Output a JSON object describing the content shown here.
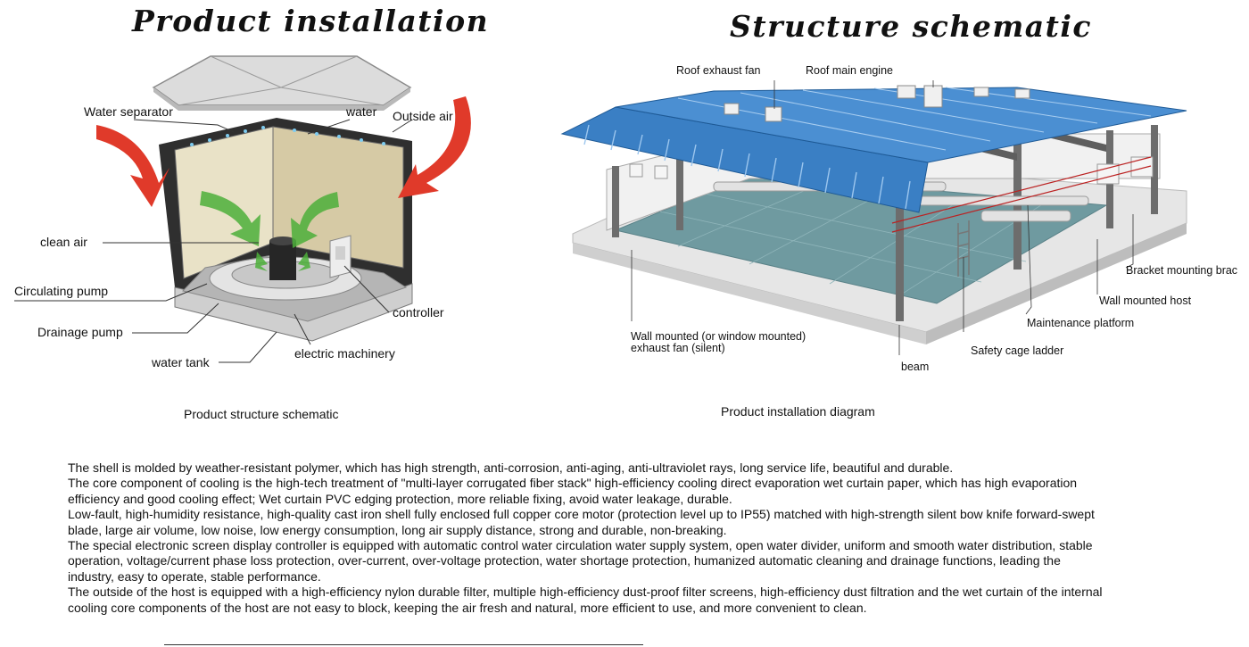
{
  "left_panel": {
    "title": "Product installation",
    "labels": {
      "water_separator": "Water separator",
      "water": "water",
      "outside_air": "Outside air",
      "clean_air": "clean air",
      "circulating_pump": "Circulating pump",
      "drainage_pump": "Drainage pump",
      "water_tank": "water tank",
      "controller": "controller",
      "electric_machinery": "electric machinery"
    },
    "caption": "Product structure schematic"
  },
  "right_panel": {
    "title": "Structure schematic",
    "labels": {
      "roof_exhaust_fan": "Roof exhaust fan",
      "roof_main_engine": "Roof main engine",
      "bracket_mounting": "Bracket mounting brac",
      "wall_mounted_host": "Wall mounted host",
      "maintenance_platform": "Maintenance platform",
      "wall_mounted_fan_line1": "Wall mounted (or window mounted)",
      "wall_mounted_fan_line2": "exhaust fan (silent)",
      "safety_cage_ladder": "Safety cage ladder",
      "beam": "beam"
    },
    "caption": "Product installation diagram"
  },
  "description": [
    "The shell is molded by weather-resistant polymer, which has high strength, anti-corrosion, anti-aging, anti-ultraviolet rays, long service life, beautiful and durable.",
    "The core component of cooling is the high-tech treatment of \"multi-layer corrugated fiber stack\" high-efficiency cooling direct evaporation wet curtain paper, which has high evaporation efficiency and good cooling effect; Wet curtain PVC edging protection, more reliable fixing, avoid water leakage, durable.",
    "Low-fault, high-humidity resistance, high-quality cast iron shell fully enclosed full copper core motor (protection level up to IP55) matched with high-strength silent bow knife forward-swept blade, large air volume, low noise, low energy consumption, long air supply distance, strong and durable, non-breaking.",
    "The special electronic screen display controller is equipped with automatic control water circulation water supply system, open water divider, uniform and smooth water distribution, stable operation, voltage/current phase loss protection, over-current, over-voltage protection, water shortage protection, humanized automatic cleaning and drainage functions, leading the industry, easy to operate, stable performance.",
    "The outside of the host is equipped with a high-efficiency nylon durable filter, multiple high-efficiency dust-proof filter screens, high-efficiency dust filtration and the wet curtain of the internal cooling core components of the host are not easy to block, keeping the air fresh and natural, more efficient to use, and more convenient to clean."
  ],
  "colors": {
    "roof_blue": "#3a7fc4",
    "red_arrow": "#e03a2a",
    "green_arrow": "#4caf3a",
    "pad": "#e8dfc4",
    "floor": "#6f9aa0"
  }
}
